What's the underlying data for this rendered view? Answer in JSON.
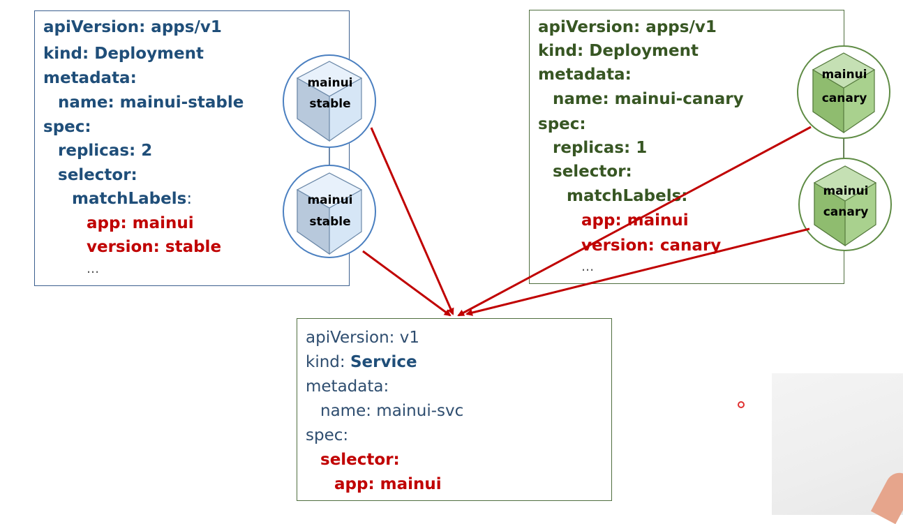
{
  "stable_deployment": {
    "api_version": "apiVersion: apps/v1",
    "kind": "kind: Deployment",
    "metadata": "metadata:",
    "name": "name: mainui-stable",
    "spec": "spec:",
    "replicas": "replicas: 2",
    "selector": "selector:",
    "match_labels": "matchLabels",
    "match_labels_colon": ":",
    "app_label": "app: mainui",
    "version_label": "version: stable",
    "ellipsis": "...",
    "pods": [
      {
        "line1": "mainui",
        "line2": "stable"
      },
      {
        "line1": "mainui",
        "line2": "stable"
      }
    ]
  },
  "canary_deployment": {
    "api_version": "apiVersion: apps/v1",
    "kind": "kind: Deployment",
    "metadata": "metadata:",
    "name": "name: mainui-canary",
    "spec": "spec:",
    "replicas": "replicas: 1",
    "selector": "selector:",
    "match_labels": "matchLabels:",
    "app_label": "app: mainui",
    "version_label": "version: canary",
    "ellipsis": "...",
    "pods": [
      {
        "line1": "mainui",
        "line2": "canary"
      },
      {
        "line1": "mainui",
        "line2": "canary"
      }
    ]
  },
  "service": {
    "api_version": "apiVersion: v1",
    "kind_key": "kind: ",
    "kind_value": "Service",
    "metadata": "metadata:",
    "name": "name: mainui-svc",
    "spec": "spec:",
    "selector": "selector:",
    "app_label": "app: mainui"
  },
  "colors": {
    "stable": "#1f4e79",
    "canary": "#375623",
    "label_red": "#c00000",
    "arrow": "#c00000",
    "stable_pod_fill": "#c5d9ee",
    "canary_pod_fill": "#a9d18e"
  }
}
